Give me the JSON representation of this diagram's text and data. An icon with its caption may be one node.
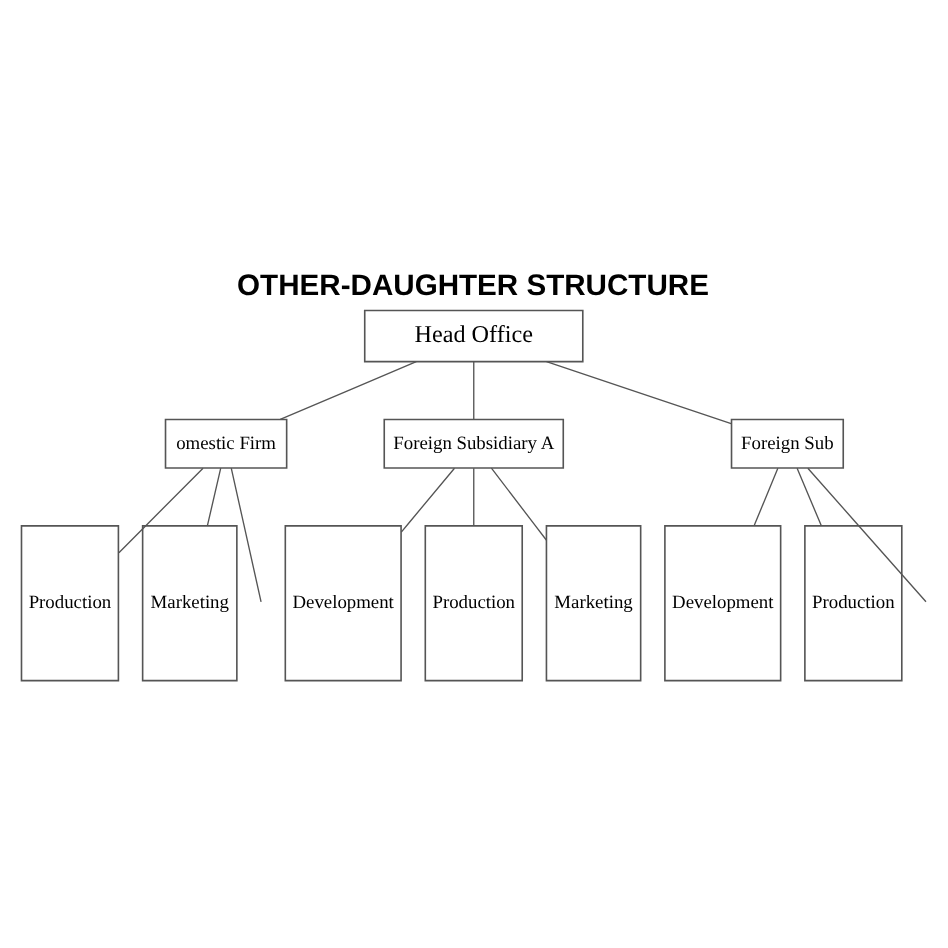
{
  "diagram": {
    "title": "OTHER-DAUGHTER STRUCTURE",
    "nodes": [
      {
        "text": [
          "Head Office"
        ]
      },
      {
        "text": [
          "omestic Firm"
        ]
      },
      {
        "text": [
          "Foreign Subsidiary A"
        ]
      },
      {
        "text": [
          "Foreign Sub"
        ]
      },
      {
        "text": [
          "Production"
        ]
      },
      {
        "text": [
          "Marketing"
        ]
      },
      {
        "text": [
          "Development"
        ]
      },
      {
        "text": [
          "Production"
        ]
      },
      {
        "text": [
          "Marketing"
        ]
      },
      {
        "text": [
          "Development"
        ]
      },
      {
        "text": [
          "Production"
        ]
      }
    ],
    "edges": [
      {
        "from": 0,
        "to": 1,
        "arrow": "none"
      },
      {
        "from": 0,
        "to": 2,
        "arrow": "none"
      },
      {
        "from": 0,
        "to": 3,
        "arrow": "none"
      },
      {
        "from": 1,
        "to": null,
        "arrow": "none"
      },
      {
        "from": 1,
        "to": 4,
        "arrow": "none"
      },
      {
        "from": 1,
        "to": 5,
        "arrow": "none"
      },
      {
        "from": 2,
        "to": 6,
        "arrow": "none"
      },
      {
        "from": 2,
        "to": 7,
        "arrow": "none"
      },
      {
        "from": 2,
        "to": 8,
        "arrow": "none"
      },
      {
        "from": 3,
        "to": 9,
        "arrow": "none"
      },
      {
        "from": 3,
        "to": 10,
        "arrow": "none"
      },
      {
        "from": 3,
        "to": null,
        "arrow": "none"
      }
    ]
  }
}
